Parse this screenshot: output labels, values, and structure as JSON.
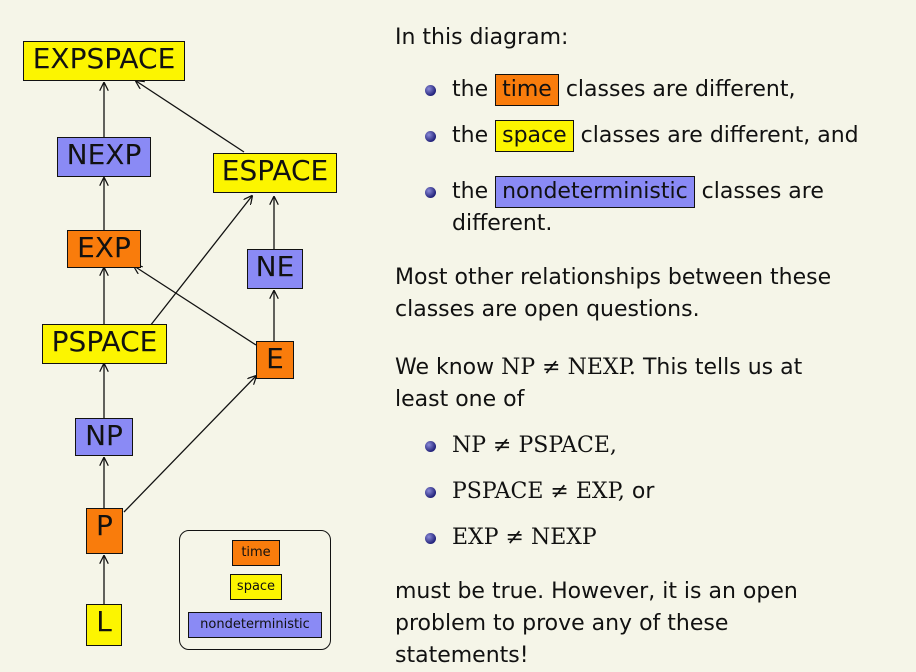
{
  "colors": {
    "time": "#f97c0c",
    "space": "#fcf500",
    "nondeterministic": "#8a8af5",
    "background": "#f5f5e8"
  },
  "diagram": {
    "nodes": {
      "expspace": "EXPSPACE",
      "nexp": "NEXP",
      "espace": "ESPACE",
      "exp": "EXP",
      "ne": "NE",
      "pspace": "PSPACE",
      "e": "E",
      "np": "NP",
      "p": "P",
      "l": "L"
    },
    "legend": {
      "time": "time",
      "space": "space",
      "nondeterministic": "nondeterministic"
    }
  },
  "text": {
    "intro": "In this diagram:",
    "bullets": {
      "b1_pre": "the",
      "b1_hl": "time",
      "b1_post": "classes are different,",
      "b2_pre": "the",
      "b2_hl": "space",
      "b2_post": "classes are different, and",
      "b3_pre": "the",
      "b3_hl": "nondeterministic",
      "b3_post": "classes are different."
    },
    "para2": "Most other relationships between these classes are open questions.",
    "para3_pre": "We know",
    "para3_math": "NP ≠ NEXP.",
    "para3_post": "This tells us at least one of",
    "list2": {
      "i1_math": "NP ≠ PSPACE,",
      "i2_math": "PSPACE ≠ EXP,",
      "i2_post": "or",
      "i3_math": "EXP ≠ NEXP"
    },
    "para4": "must be true. However, it is an open problem to prove any of these statements!"
  }
}
